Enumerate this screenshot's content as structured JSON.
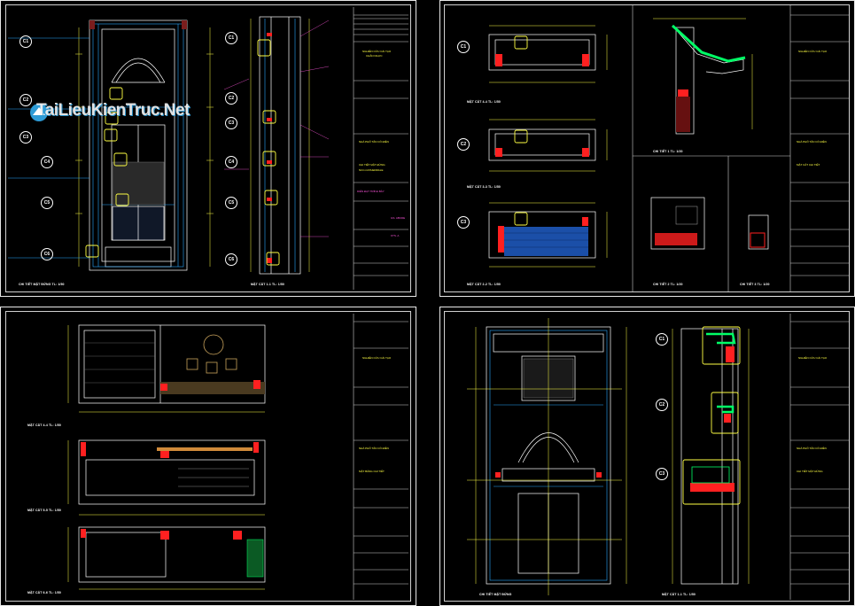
{
  "watermark": {
    "text": "TaiLieuKienTruc.Net"
  },
  "sheets": [
    {
      "id": "sheet-1",
      "captions": [
        "CHI TIẾT MẶT ĐỨNG  TL: 1/50",
        "MẶT CẮT 1-1  TL: 1/50"
      ]
    },
    {
      "id": "sheet-2",
      "captions": [
        "MẶT CẮT 4-4  TL: 1/50",
        "MẶT CẮT 3-3  TL: 1/50",
        "MẶT CẮT 2-2  TL: 1/50",
        "CHI TIẾT 1  TL: 1/20",
        "CHI TIẾT 2  TL: 1/20",
        "CHI TIẾT 3  TL: 1/20"
      ]
    },
    {
      "id": "sheet-3",
      "captions": [
        "MẶT CẮT 4-4  TL: 1/50",
        "MẶT CẮT 5-5  TL: 1/50",
        "MẶT CẮT 6-6  TL: 1/50"
      ]
    },
    {
      "id": "sheet-4",
      "captions": [
        "CHI TIẾT MẶT ĐỨNG",
        "MẶT CẮT 1-1  TL: 1/50"
      ]
    }
  ],
  "markers": {
    "s1_left": [
      "C1",
      "C2",
      "C3",
      "C4",
      "C5",
      "C6"
    ],
    "s1_right": [
      "C1",
      "C2",
      "C3",
      "C4",
      "C5",
      "C6"
    ],
    "s2": [
      "C1",
      "C2",
      "C3"
    ],
    "s4": [
      "C1",
      "C2",
      "C3"
    ]
  },
  "colors": {
    "line": "#ffffff",
    "dim": "#ffff44",
    "accent": "#00d4ff",
    "cut": "#ff2020",
    "annot": "#ff55dd",
    "hatch": "#00ff66"
  }
}
